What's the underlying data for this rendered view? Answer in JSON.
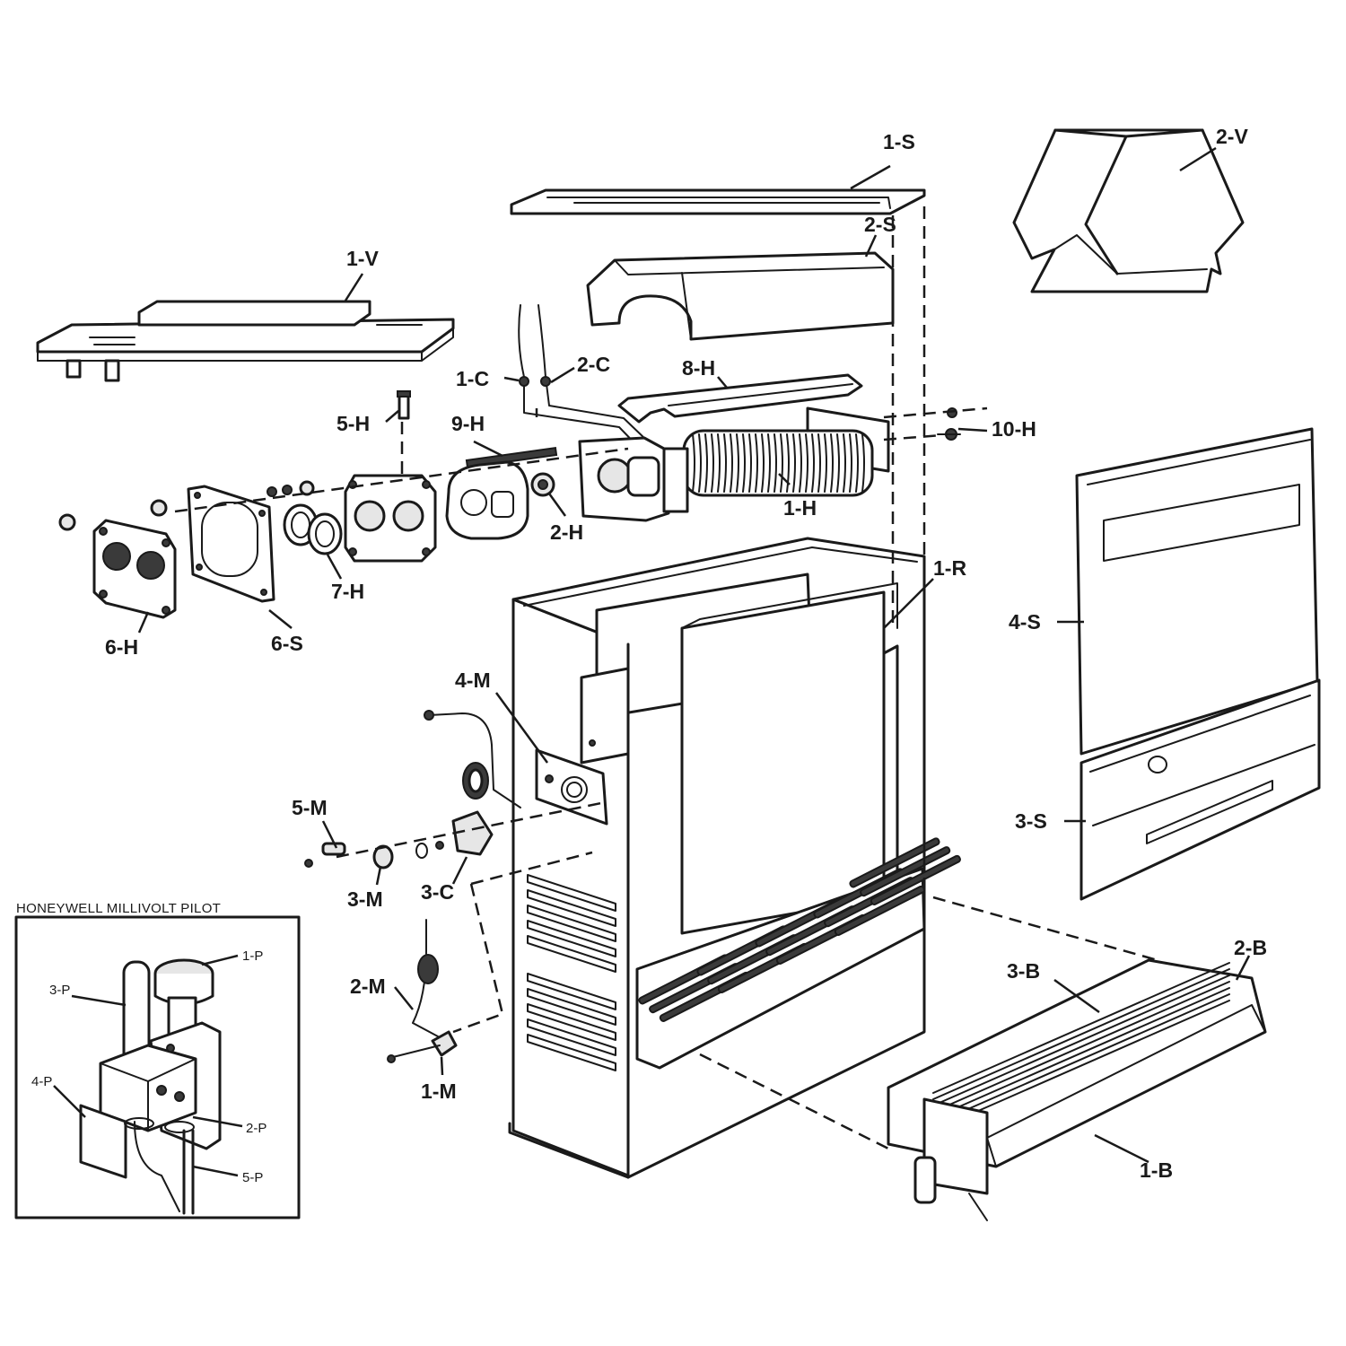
{
  "labels": {
    "1_S": "1-S",
    "2_S": "2-S",
    "2_V": "2-V",
    "1_V": "1-V",
    "1_C": "1-C",
    "2_C": "2-C",
    "8_H": "8-H",
    "5_H": "5-H",
    "9_H": "9-H",
    "10_H": "10-H",
    "1_H": "1-H",
    "2_H": "2-H",
    "6_H": "6-H",
    "6_S": "6-S",
    "7_H": "7-H",
    "1_R": "1-R",
    "4_S": "4-S",
    "3_S": "3-S",
    "4_M": "4-M",
    "5_M": "5-M",
    "3_M": "3-M",
    "3_C": "3-C",
    "2_M": "2-M",
    "1_M": "1-M",
    "3_B": "3-B",
    "2_B": "2-B",
    "1_B": "1-B"
  },
  "inset": {
    "title": "HONEYWELL MILLIVOLT PILOT",
    "labels": {
      "1_P": "1-P",
      "2_P": "2-P",
      "3_P": "3-P",
      "4_P": "4-P",
      "5_P": "5-P"
    }
  }
}
